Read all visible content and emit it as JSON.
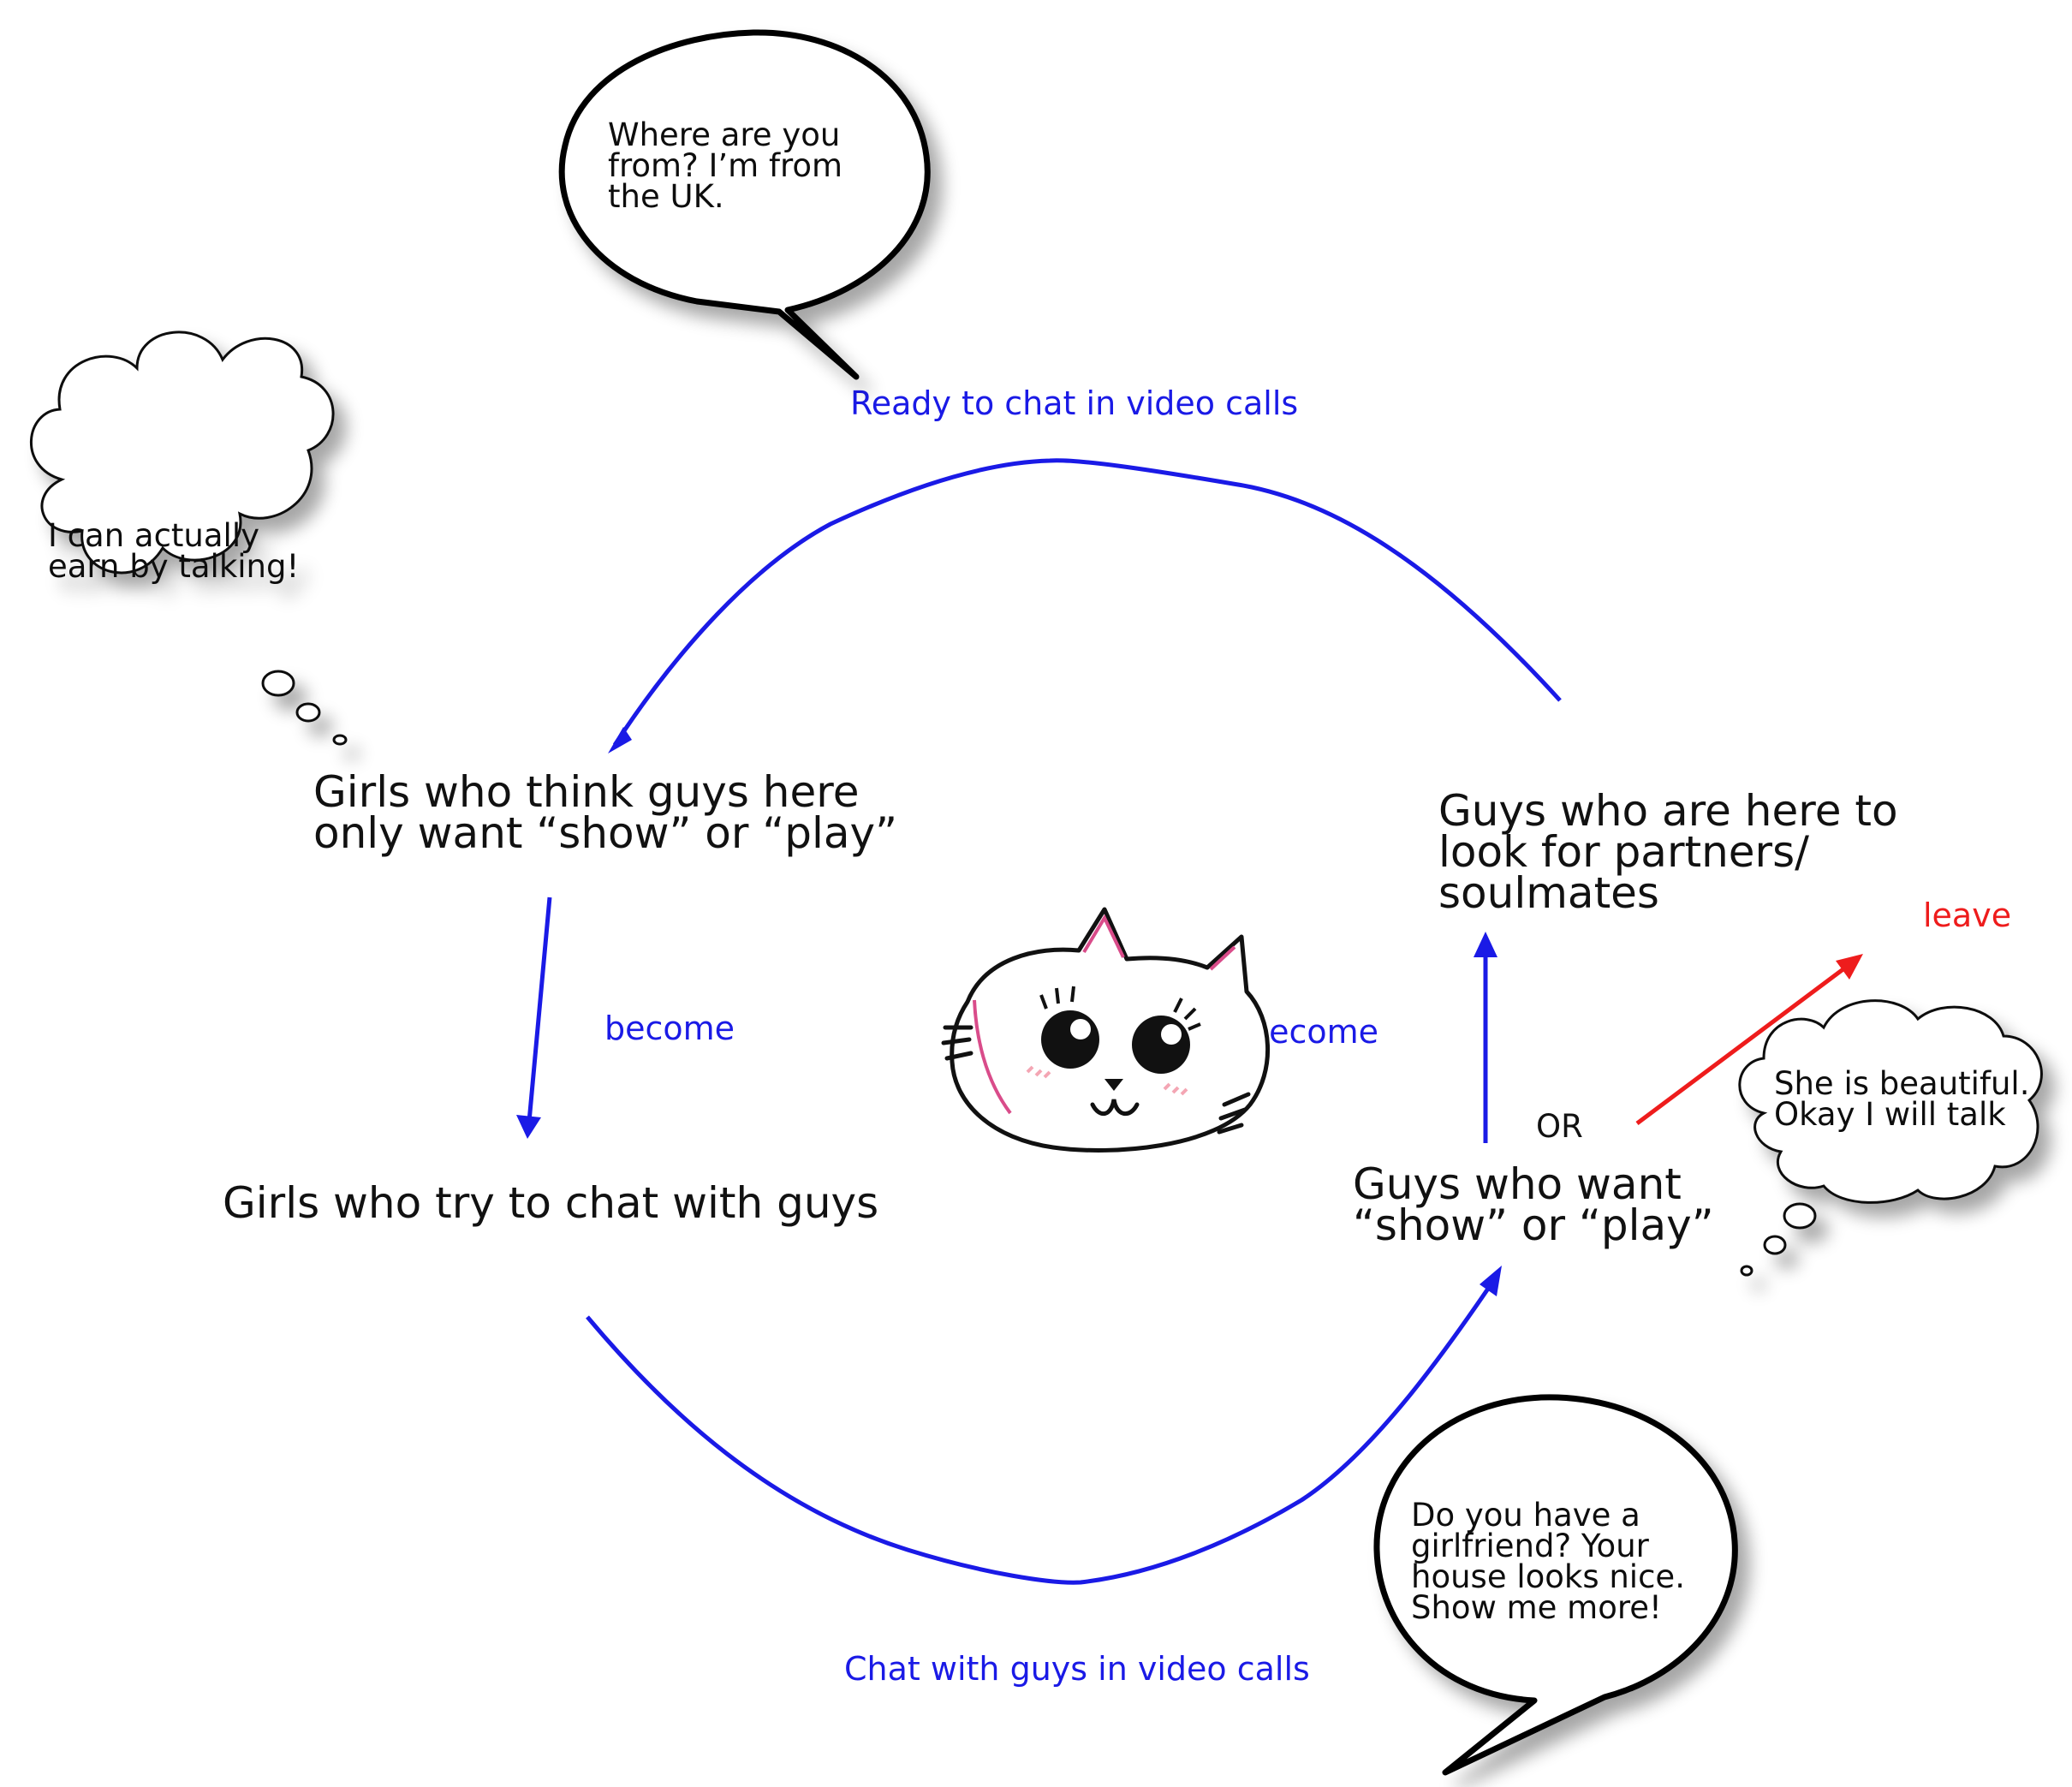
{
  "colors": {
    "flow": "#1a1ae6",
    "leave": "#ee1c1c",
    "text": "#111111",
    "outline": "#000000",
    "cat_pink": "#d94c8a",
    "cat_blush": "#f4a6b4"
  },
  "nodes": {
    "girls_think": {
      "line1": "Girls who think guys here",
      "line2": "only want “show” or “play”"
    },
    "girls_try": {
      "line1": "Girls who try to chat with guys"
    },
    "guys_show": {
      "line1": "Guys who want",
      "line2": "“show” or “play”"
    },
    "guys_partners": {
      "line1": "Guys who are here to",
      "line2": "look for partners/",
      "line3": "soulmates"
    }
  },
  "edge_labels": {
    "top": "Ready to chat in video calls",
    "bottom": "Chat with guys in video calls",
    "left_become": "become",
    "right_become": "become",
    "or": "OR",
    "leave": "leave"
  },
  "bubbles": {
    "top_speech": {
      "line1": "Where are you",
      "line2": "from? I’m from",
      "line3": "the UK."
    },
    "left_thought": {
      "line1": "I can actually",
      "line2": "earn by talking!"
    },
    "right_thought": {
      "line1": "She is beautiful.",
      "line2": "Okay I will talk"
    },
    "bottom_speech": {
      "line1": "Do you have a",
      "line2": "girlfriend? Your",
      "line3": "house looks nice.",
      "line4": "Show me more!"
    }
  },
  "icons": {
    "mascot": "cat-face-icon"
  }
}
